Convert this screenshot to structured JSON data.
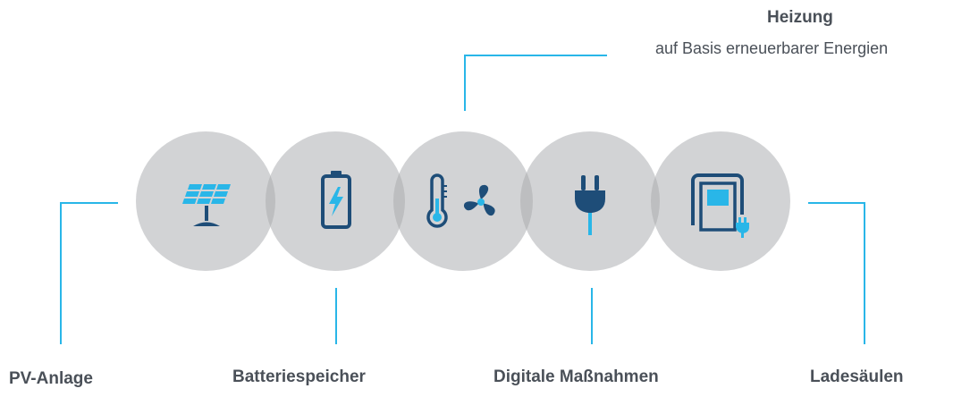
{
  "colors": {
    "circle": "#d2d3d5",
    "overlap": "#bdbec0",
    "line": "#29b6e8",
    "icon_dark": "#1e4d78",
    "icon_light": "#29b6e8",
    "text": "#4a5058"
  },
  "labels": {
    "heizung_title": "Heizung",
    "heizung_subtitle": "auf Basis erneuerbarer Energien",
    "pv": "PV-Anlage",
    "battery": "Batteriespeicher",
    "digital": "Digitale Maßnahmen",
    "charging": "Ladesäulen"
  },
  "icons": [
    "solar-panel-icon",
    "battery-icon",
    "thermometer-fan-icon",
    "plug-icon",
    "charging-station-icon"
  ]
}
